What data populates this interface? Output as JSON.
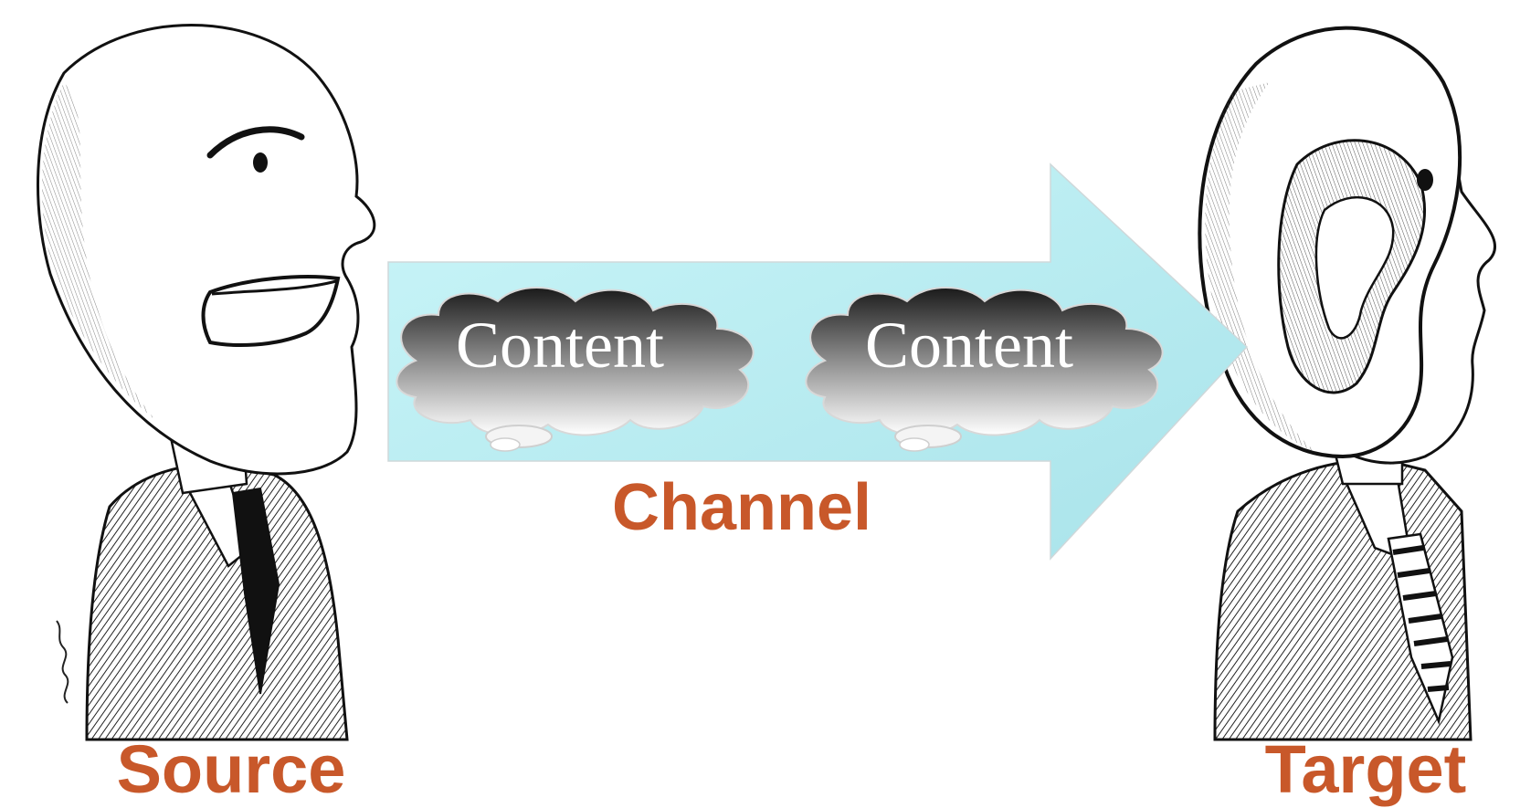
{
  "diagram": {
    "source_label": "Source",
    "target_label": "Target",
    "channel_label": "Channel",
    "bubbles": [
      {
        "text": "Content"
      },
      {
        "text": "Content"
      }
    ],
    "colors": {
      "label": "#c8582a",
      "arrow_fill": "#b8eef2",
      "bubble_top": "#1e1e1e",
      "bubble_bottom": "#ffffff"
    }
  }
}
